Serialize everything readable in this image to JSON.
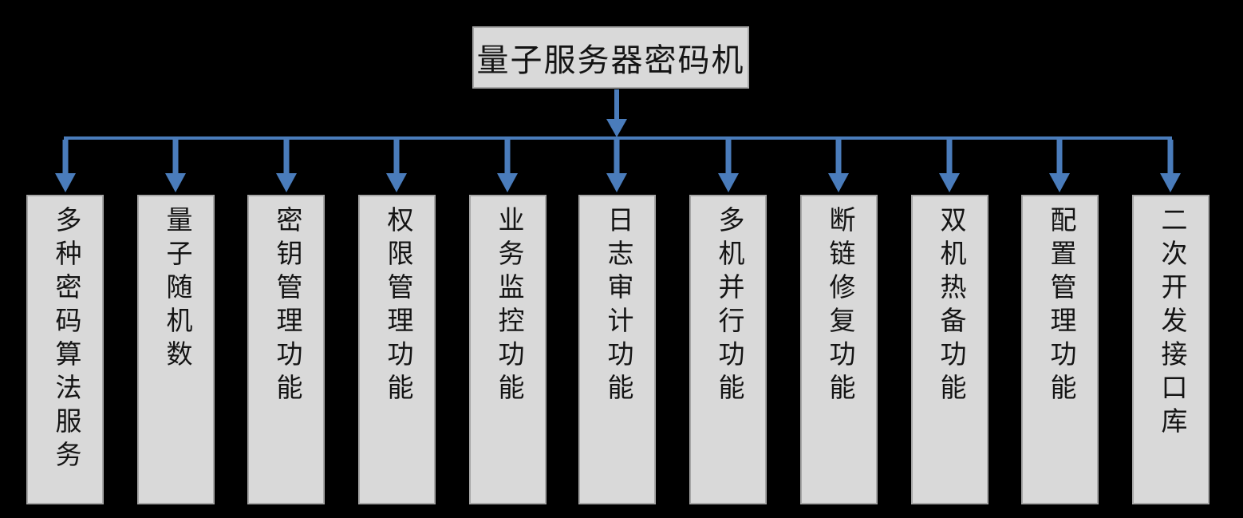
{
  "diagram": {
    "root": {
      "label": "量子服务器密码机"
    },
    "children": [
      {
        "label": "多种密码算法服务"
      },
      {
        "label": "量子随机数"
      },
      {
        "label": "密钥管理功能"
      },
      {
        "label": "权限管理功能"
      },
      {
        "label": "业务监控功能"
      },
      {
        "label": "日志审计功能"
      },
      {
        "label": "多机并行功能"
      },
      {
        "label": "断链修复功能"
      },
      {
        "label": "双机热备功能"
      },
      {
        "label": "配置管理功能"
      },
      {
        "label": "二次开发接口库"
      }
    ],
    "colors": {
      "connector_blue": "#4a7cbb",
      "box_fill": "#d9d9d9",
      "box_border": "#a6a6a6",
      "text": "#141414",
      "background": "#000000"
    }
  }
}
